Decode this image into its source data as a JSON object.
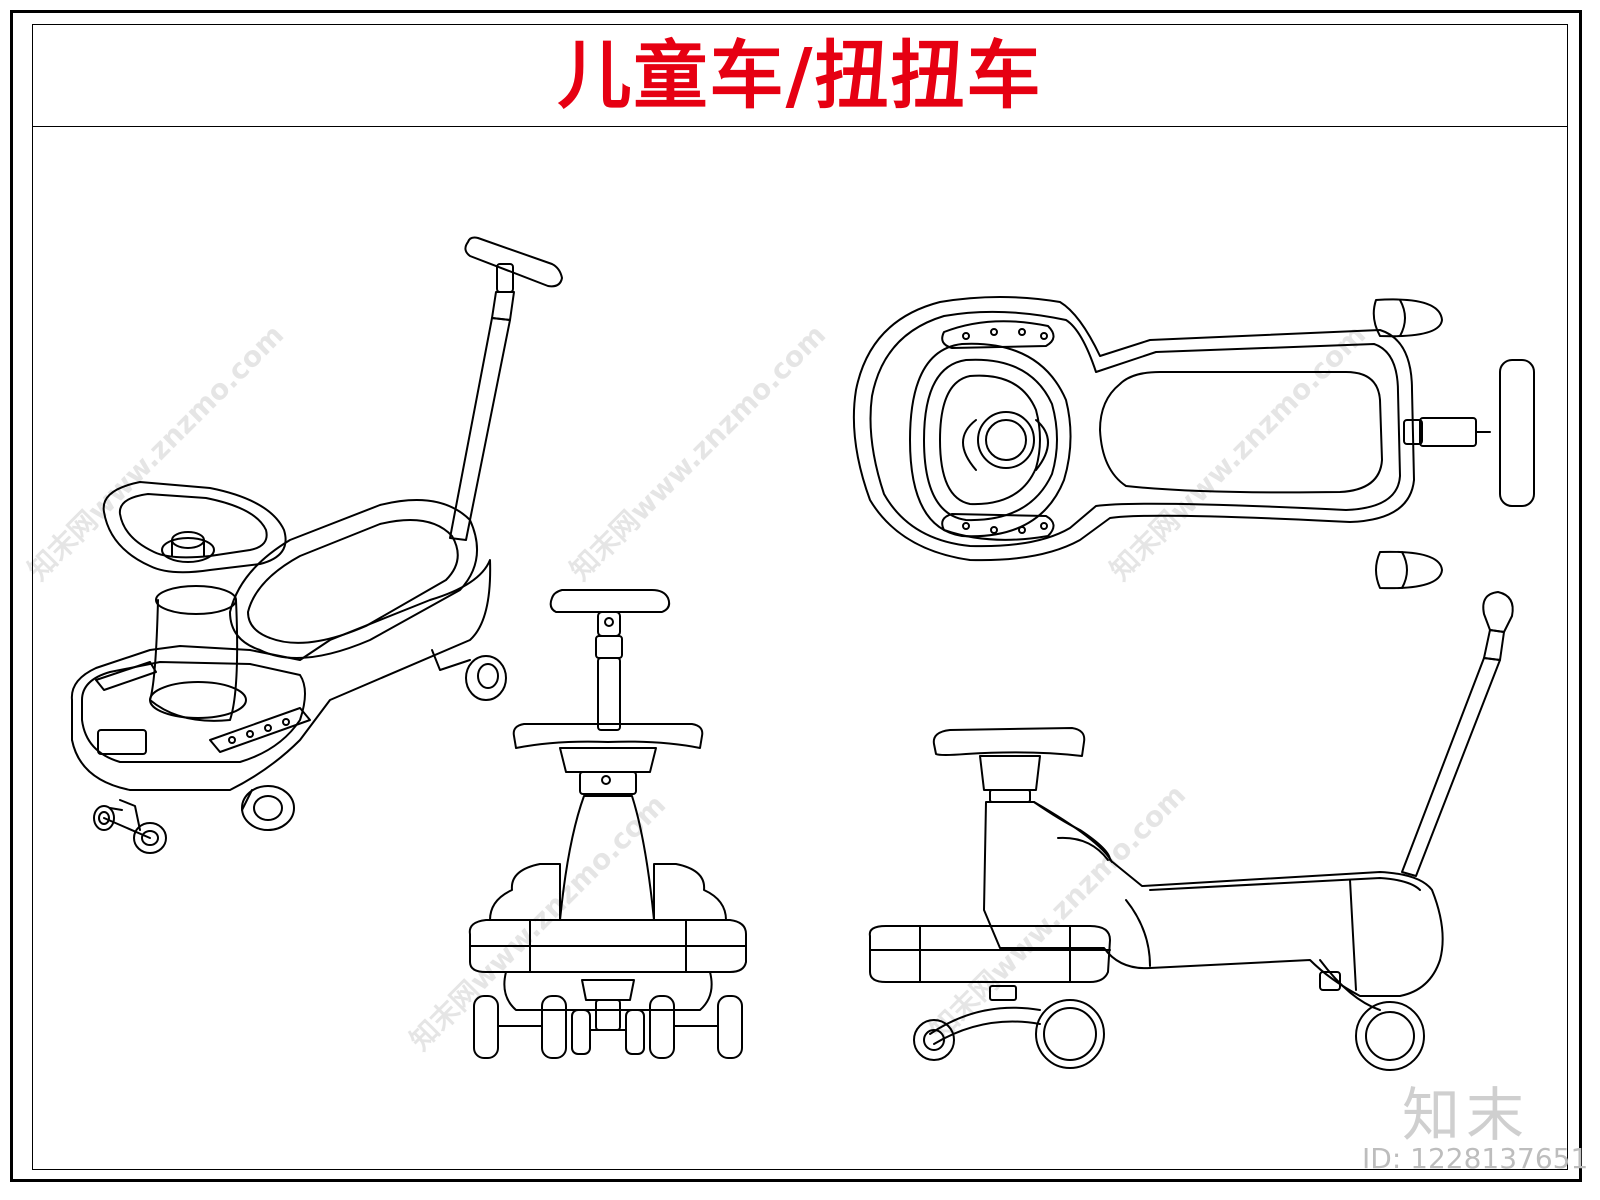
{
  "title": "儿童车/扭扭车",
  "watermark": {
    "text": "知末网www.znzmo.com"
  },
  "logo": {
    "text": "知末"
  },
  "id_label": "ID: 1228137651",
  "colors": {
    "title": "#e60012",
    "line": "#000000"
  },
  "views": [
    {
      "name": "isometric-view"
    },
    {
      "name": "top-view"
    },
    {
      "name": "front-view"
    },
    {
      "name": "side-view"
    }
  ]
}
